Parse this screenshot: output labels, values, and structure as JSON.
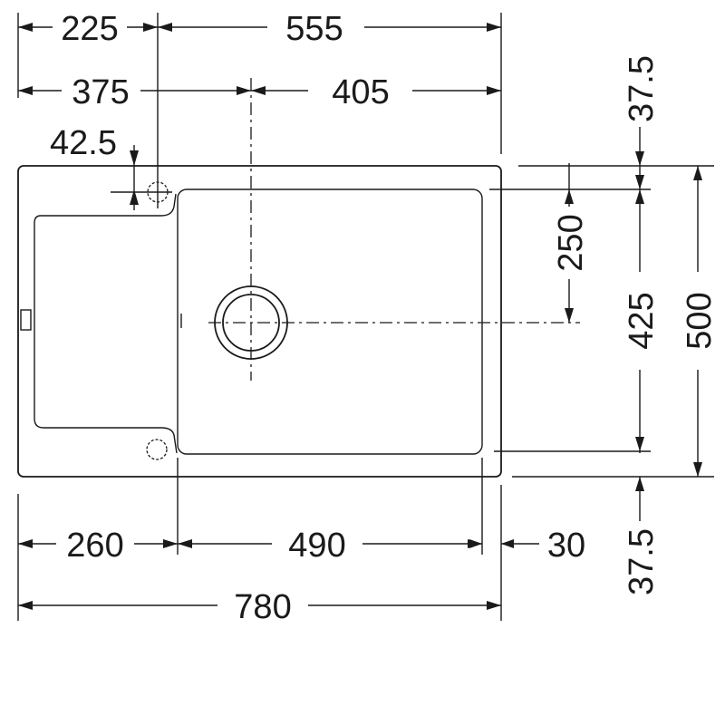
{
  "dimensions": {
    "top_left": "225",
    "top_right": "555",
    "mid_left": "375",
    "mid_right": "405",
    "tap_offset": "42.5",
    "bottom_drainer": "260",
    "bottom_bowl": "490",
    "bottom_edge": "30",
    "overall_width": "780",
    "right_top_margin": "37.5",
    "right_bottom_margin": "37.5",
    "bowl_center_depth": "250",
    "bowl_depth": "425",
    "overall_depth": "500"
  }
}
